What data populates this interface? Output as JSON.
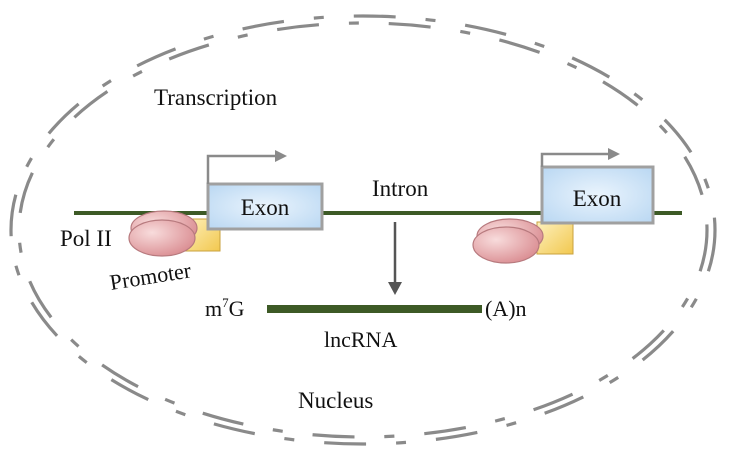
{
  "labels": {
    "transcription": "Transcription",
    "intron": "Intron",
    "exon_left": "Exon",
    "exon_right": "Exon",
    "pol_ii": "Pol II",
    "promoter": "Promoter",
    "cap_base": "m",
    "cap_superscript": "7",
    "cap_suffix": "G",
    "poly_a": "(A)n",
    "lncrna": "lncRNA",
    "nucleus": "Nucleus"
  },
  "colors": {
    "dna_strand": "#3d5a26",
    "membrane": "#8a8a8a",
    "exon_fill": "#cfe4f7",
    "exon_border": "#a0a0a0",
    "promoter_fill": "#f7d56f",
    "polymerase_fill": "#e3a0a3",
    "arrow": "#8a8a8a",
    "text": "#111111"
  },
  "icons": {
    "polymerase": "rna-polymerase-icon",
    "transcription_start": "bent-arrow-icon",
    "flow": "down-arrow-icon"
  }
}
